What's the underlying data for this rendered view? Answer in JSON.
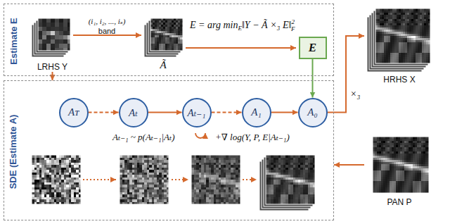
{
  "diagram": {
    "nodes": [
      {
        "text": [
          "Estimate E"
        ]
      },
      {
        "text": [
          "LRHS Y"
        ],
        "in": 0
      },
      {
        "text": [
          "E"
        ],
        "in": 0
      },
      {
        "text": [
          "SDE (Estimate A)"
        ]
      },
      {
        "text": [
          "Aᴛ"
        ],
        "in": 3
      },
      {
        "text": [
          "Aₜ"
        ],
        "in": 3
      },
      {
        "text": [
          "Aₜ₋₁"
        ],
        "in": 3
      },
      {
        "text": [
          "A₁"
        ],
        "in": 3
      },
      {
        "text": [
          "A₀"
        ],
        "in": 3
      },
      {
        "text": [
          "HRHS X"
        ]
      },
      {
        "text": [
          "PAN P"
        ]
      }
    ],
    "edges": [
      {
        "from": 1,
        "to": 3,
        "arrow": "to"
      },
      {
        "from": 2,
        "to": 8,
        "arrow": "to"
      },
      {
        "from": 4,
        "to": 5,
        "arrow": "to"
      },
      {
        "from": 5,
        "to": 6,
        "arrow": "to"
      },
      {
        "from": 6,
        "to": 7,
        "arrow": "to"
      },
      {
        "from": 7,
        "to": 8,
        "arrow": "to"
      },
      {
        "from": 8,
        "to": 9,
        "arrow": "to",
        "label": "×₃"
      },
      {
        "from": 10,
        "to": 3,
        "arrow": "to"
      }
    ],
    "labels": [
      "(i₁, i₂, ..., iₛ)",
      "band",
      "Ã",
      "E = arg min",
      "E",
      "‖Y − Ã ×₃ E‖",
      "2",
      "F",
      "Aₜ₋₁ ~ p(Aₜ₋₁|Aₜ)",
      "+∇ log(Y, P, E|Aₜ₋₁)"
    ]
  }
}
